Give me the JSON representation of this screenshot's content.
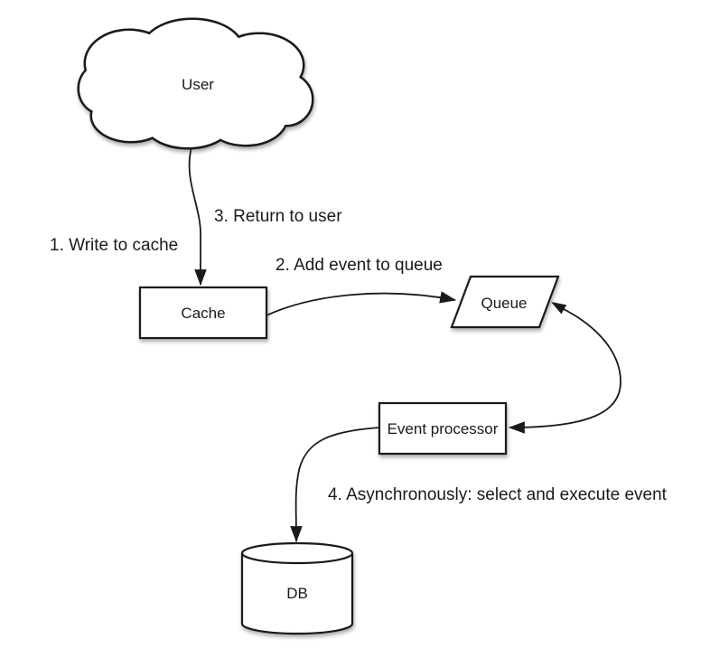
{
  "diagram": {
    "nodes": {
      "user": {
        "label": "User",
        "shape": "cloud"
      },
      "cache": {
        "label": "Cache",
        "shape": "rectangle"
      },
      "queue": {
        "label": "Queue",
        "shape": "parallelogram"
      },
      "event_processor": {
        "label": "Event processor",
        "shape": "rectangle"
      },
      "db": {
        "label": "DB",
        "shape": "cylinder"
      }
    },
    "edge_labels": {
      "step1": "1. Write to cache",
      "step2": "2. Add event to queue",
      "step3": "3. Return to user",
      "step4": "4. Asynchronously: select and execute event"
    },
    "colors": {
      "stroke": "#1a1a1a",
      "shape_fill": "#ffffff",
      "background": "#ffffff",
      "text": "#1a1a1a"
    }
  }
}
